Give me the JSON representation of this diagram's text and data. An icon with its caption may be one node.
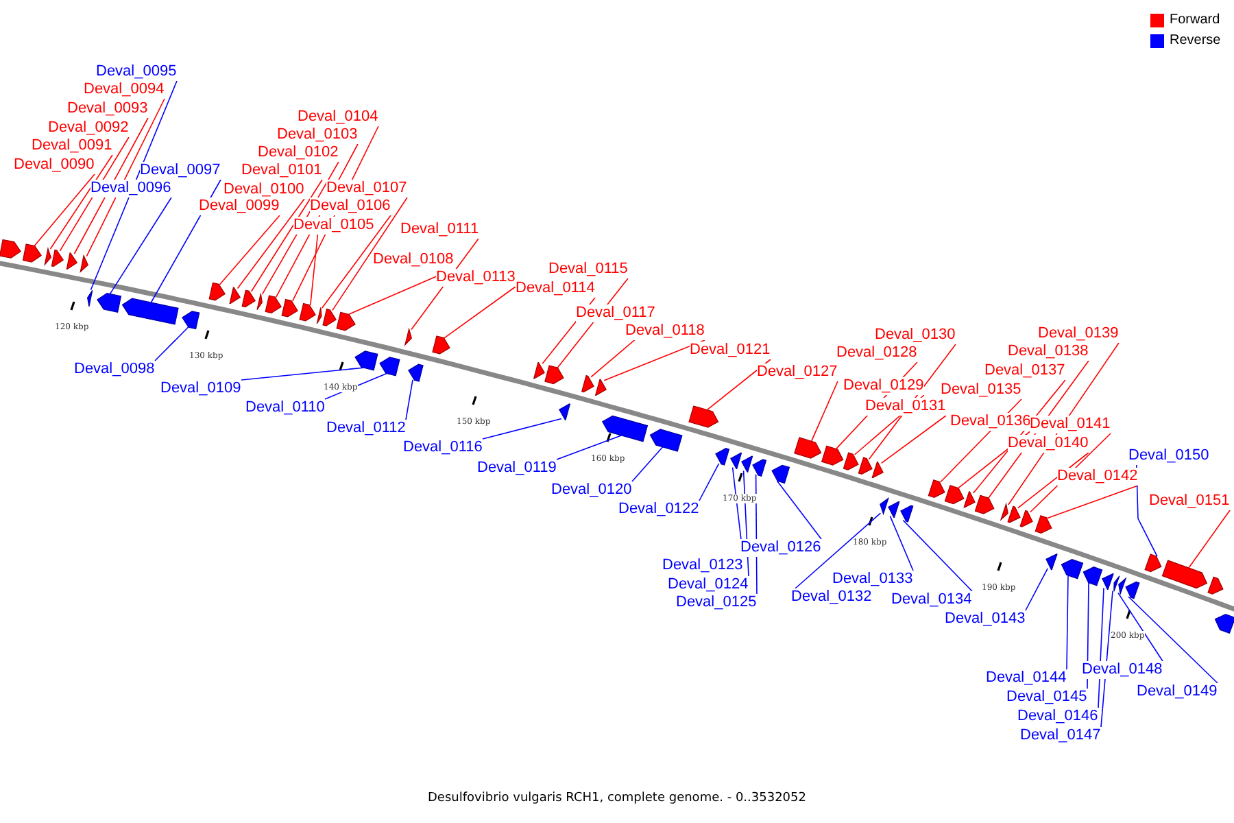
{
  "diagram": {
    "caption": "Desulfovibrio vulgaris RCH1, complete genome. - 0..3532052",
    "nodes": [
      {
        "text": [
          "Deval_0090"
        ]
      },
      {
        "text": [
          "Deval_0091"
        ]
      },
      {
        "text": [
          "Deval_0092"
        ]
      },
      {
        "text": [
          "Deval_0093"
        ]
      },
      {
        "text": [
          "Deval_0094"
        ]
      },
      {
        "text": [
          "Deval_0095"
        ]
      },
      {
        "text": [
          "Deval_0096"
        ]
      },
      {
        "text": [
          "Deval_0097"
        ]
      },
      {
        "text": [
          "Deval_0098"
        ]
      },
      {
        "text": [
          "Deval_0099"
        ]
      },
      {
        "text": [
          "Deval_0100"
        ]
      },
      {
        "text": [
          "Deval_0101"
        ]
      },
      {
        "text": [
          "Deval_0102"
        ]
      },
      {
        "text": [
          "Deval_0103"
        ]
      },
      {
        "text": [
          "Deval_0104"
        ]
      },
      {
        "text": [
          "Deval_0105"
        ]
      },
      {
        "text": [
          "Deval_0106"
        ]
      },
      {
        "text": [
          "Deval_0107"
        ]
      },
      {
        "text": [
          "Deval_0108"
        ]
      },
      {
        "text": [
          "Deval_0109"
        ]
      },
      {
        "text": [
          "Deval_0110"
        ]
      },
      {
        "text": [
          "Deval_0111"
        ]
      },
      {
        "text": [
          "Deval_0112"
        ]
      },
      {
        "text": [
          "Deval_0113"
        ]
      },
      {
        "text": [
          "Deval_0114"
        ]
      },
      {
        "text": [
          "Deval_0115"
        ]
      },
      {
        "text": [
          "Deval_0116"
        ]
      },
      {
        "text": [
          "Deval_0117"
        ]
      },
      {
        "text": [
          "Deval_0118"
        ]
      },
      {
        "text": [
          "Deval_0119"
        ]
      },
      {
        "text": [
          "Deval_0120"
        ]
      },
      {
        "text": [
          "Deval_0121"
        ]
      },
      {
        "text": [
          "Deval_0122"
        ]
      },
      {
        "text": [
          "Deval_0123"
        ]
      },
      {
        "text": [
          "Deval_0124"
        ]
      },
      {
        "text": [
          "Deval_0125"
        ]
      },
      {
        "text": [
          "Deval_0126"
        ]
      },
      {
        "text": [
          "Deval_0127"
        ]
      },
      {
        "text": [
          "Deval_0128"
        ]
      },
      {
        "text": [
          "Deval_0129"
        ]
      },
      {
        "text": [
          "Deval_0130"
        ]
      },
      {
        "text": [
          "Deval_0131"
        ]
      },
      {
        "text": [
          "Deval_0132"
        ]
      },
      {
        "text": [
          "Deval_0133"
        ]
      },
      {
        "text": [
          "Deval_0134"
        ]
      },
      {
        "text": [
          "Deval_0135"
        ]
      },
      {
        "text": [
          "Deval_0136"
        ]
      },
      {
        "text": [
          "Deval_0137"
        ]
      },
      {
        "text": [
          "Deval_0138"
        ]
      },
      {
        "text": [
          "Deval_0139"
        ]
      },
      {
        "text": [
          "Deval_0140"
        ]
      },
      {
        "text": [
          "Deval_0141"
        ]
      },
      {
        "text": [
          "Deval_0142"
        ]
      },
      {
        "text": [
          "Deval_0143"
        ]
      },
      {
        "text": [
          "Deval_0144"
        ]
      },
      {
        "text": [
          "Deval_0145"
        ]
      },
      {
        "text": [
          "Deval_0146"
        ]
      },
      {
        "text": [
          "Deval_0147"
        ]
      },
      {
        "text": [
          "Deval_0148"
        ]
      },
      {
        "text": [
          "Deval_0149"
        ]
      },
      {
        "text": [
          "Deval_0150"
        ]
      },
      {
        "text": [
          "Deval_0151"
        ]
      },
      {
        "text": [],
        "shape": "pentagon"
      },
      {
        "text": [],
        "shape": "pentagon"
      },
      {
        "text": [],
        "shape": "pentagon"
      },
      {
        "text": [],
        "shape": "pentagon"
      },
      {
        "text": [],
        "shape": "pentagon"
      },
      {
        "text": [],
        "shape": "pentagon"
      },
      {
        "text": [],
        "shape": "pentagon"
      },
      {
        "text": [],
        "shape": "pentagon"
      },
      {
        "text": [],
        "shape": "pentagon"
      },
      {
        "text": [],
        "shape": "pentagon"
      },
      {
        "text": [],
        "shape": "pentagon"
      },
      {
        "text": [],
        "shape": "pentagon"
      },
      {
        "text": [],
        "shape": "pentagon"
      },
      {
        "text": [],
        "shape": "pentagon"
      },
      {
        "text": [],
        "shape": "pentagon"
      },
      {
        "text": [],
        "shape": "pentagon"
      },
      {
        "text": [],
        "shape": "pentagon"
      },
      {
        "text": [],
        "shape": "pentagon"
      },
      {
        "text": [],
        "shape": "pentagon"
      },
      {
        "text": [],
        "shape": "pentagon"
      },
      {
        "text": [],
        "shape": "pentagon"
      },
      {
        "text": [],
        "shape": "pentagon"
      },
      {
        "text": [],
        "shape": "pentagon"
      },
      {
        "text": [],
        "shape": "pentagon"
      },
      {
        "text": [],
        "shape": "pentagon"
      },
      {
        "text": [],
        "shape": "pentagon"
      },
      {
        "text": [],
        "shape": "pentagon"
      },
      {
        "text": [],
        "shape": "pentagon"
      },
      {
        "text": [],
        "shape": "pentagon"
      },
      {
        "text": [],
        "shape": "pentagon"
      },
      {
        "text": [],
        "shape": "pentagon"
      },
      {
        "text": [],
        "shape": "pentagon"
      },
      {
        "text": [],
        "shape": "pentagon"
      },
      {
        "text": [],
        "shape": "pentagon"
      },
      {
        "text": [],
        "shape": "pentagon"
      },
      {
        "text": [],
        "shape": "pentagon"
      },
      {
        "text": [],
        "shape": "pentagon"
      },
      {
        "text": [],
        "shape": "pentagon"
      },
      {
        "text": [],
        "shape": "pentagon"
      },
      {
        "text": [],
        "shape": "pentagon"
      },
      {
        "text": [],
        "shape": "pentagon"
      },
      {
        "text": [],
        "shape": "pentagon"
      },
      {
        "text": [],
        "shape": "pentagon"
      },
      {
        "text": [],
        "shape": "pentagon"
      },
      {
        "text": [],
        "shape": "pentagon"
      },
      {
        "text": [],
        "shape": "pentagon"
      },
      {
        "text": [],
        "shape": "pentagon"
      },
      {
        "text": [],
        "shape": "pentagon"
      },
      {
        "text": [],
        "shape": "pentagon"
      },
      {
        "text": [],
        "shape": "pentagon"
      },
      {
        "text": [],
        "shape": "pentagon"
      },
      {
        "text": [],
        "shape": "pentagon"
      },
      {
        "text": [],
        "shape": "pentagon"
      },
      {
        "text": [],
        "shape": "pentagon"
      },
      {
        "text": [],
        "shape": "pentagon"
      },
      {
        "text": [],
        "shape": "pentagon"
      },
      {
        "text": [],
        "shape": "pentagon"
      },
      {
        "text": [],
        "shape": "pentagon"
      },
      {
        "text": [],
        "shape": "pentagon"
      },
      {
        "text": [],
        "shape": "pentagon"
      },
      {
        "text": [],
        "shape": "pentagon"
      },
      {
        "text": [],
        "shape": "pentagon"
      },
      {
        "text": [],
        "shape": "pentagon"
      },
      {
        "text": [],
        "shape": "pentagon"
      },
      {
        "text": [],
        "shape": "pentagon"
      }
    ],
    "edges": [
      {
        "from": 0,
        "to": 63,
        "arrow": "none",
        "color": "#ff0000"
      },
      {
        "from": 1,
        "to": 64,
        "arrow": "none",
        "color": "#ff0000"
      },
      {
        "from": 2,
        "to": 65,
        "arrow": "none",
        "color": "#ff0000"
      },
      {
        "from": 3,
        "to": 66,
        "arrow": "none",
        "color": "#ff0000"
      },
      {
        "from": 4,
        "to": 67,
        "arrow": "none",
        "color": "#ff0000"
      },
      {
        "from": 5,
        "to": 68,
        "arrow": "none",
        "color": "#0000ff"
      },
      {
        "from": 6,
        "to": 69,
        "arrow": "none",
        "color": "#0000ff"
      },
      {
        "from": 7,
        "to": 70,
        "arrow": "none",
        "color": "#0000ff"
      },
      {
        "from": 8,
        "to": 71,
        "arrow": "none",
        "color": "#0000ff"
      },
      {
        "from": 9,
        "to": 72,
        "arrow": "none",
        "color": "#ff0000"
      },
      {
        "from": 10,
        "to": 73,
        "arrow": "none",
        "color": "#ff0000"
      },
      {
        "from": 11,
        "to": 74,
        "arrow": "none",
        "color": "#ff0000"
      },
      {
        "from": 12,
        "to": 75,
        "arrow": "none",
        "color": "#ff0000"
      },
      {
        "from": 13,
        "to": 76,
        "arrow": "none",
        "color": "#ff0000"
      },
      {
        "from": 14,
        "to": 77,
        "arrow": "none",
        "color": "#ff0000"
      },
      {
        "from": 15,
        "to": 78,
        "arrow": "none",
        "color": "#ff0000"
      },
      {
        "from": 16,
        "to": 79,
        "arrow": "none",
        "color": "#ff0000"
      },
      {
        "from": 17,
        "to": 80,
        "arrow": "none",
        "color": "#ff0000"
      },
      {
        "from": 18,
        "to": 81,
        "arrow": "none",
        "color": "#ff0000"
      },
      {
        "from": 19,
        "to": 82,
        "arrow": "none",
        "color": "#0000ff"
      },
      {
        "from": 20,
        "to": 83,
        "arrow": "none",
        "color": "#0000ff"
      },
      {
        "from": 21,
        "to": 84,
        "arrow": "none",
        "color": "#ff0000"
      },
      {
        "from": 22,
        "to": 85,
        "arrow": "none",
        "color": "#0000ff"
      },
      {
        "from": 23,
        "to": 86,
        "arrow": "none",
        "color": "#ff0000"
      },
      {
        "from": 24,
        "to": 87,
        "arrow": "none",
        "color": "#ff0000"
      },
      {
        "from": 25,
        "to": 88,
        "arrow": "none",
        "color": "#ff0000"
      },
      {
        "from": 26,
        "to": 89,
        "arrow": "none",
        "color": "#0000ff"
      },
      {
        "from": 27,
        "to": 90,
        "arrow": "none",
        "color": "#ff0000"
      },
      {
        "from": 28,
        "to": 91,
        "arrow": "none",
        "color": "#ff0000"
      },
      {
        "from": 29,
        "to": 92,
        "arrow": "none",
        "color": "#0000ff"
      },
      {
        "from": 30,
        "to": 93,
        "arrow": "none",
        "color": "#0000ff"
      },
      {
        "from": 31,
        "to": 94,
        "arrow": "none",
        "color": "#ff0000"
      },
      {
        "from": 32,
        "to": 95,
        "arrow": "none",
        "color": "#0000ff"
      },
      {
        "from": 33,
        "to": 96,
        "arrow": "none",
        "color": "#0000ff"
      },
      {
        "from": 34,
        "to": 97,
        "arrow": "none",
        "color": "#0000ff"
      },
      {
        "from": 35,
        "to": 98,
        "arrow": "none",
        "color": "#0000ff"
      },
      {
        "from": 36,
        "to": 99,
        "arrow": "none",
        "color": "#0000ff"
      },
      {
        "from": 37,
        "to": 100,
        "arrow": "none",
        "color": "#ff0000"
      },
      {
        "from": 38,
        "to": 101,
        "arrow": "none",
        "color": "#ff0000"
      },
      {
        "from": 39,
        "to": 102,
        "arrow": "none",
        "color": "#ff0000"
      },
      {
        "from": 40,
        "to": 103,
        "arrow": "none",
        "color": "#ff0000"
      },
      {
        "from": 41,
        "to": 104,
        "arrow": "none",
        "color": "#ff0000"
      },
      {
        "from": 42,
        "to": 105,
        "arrow": "none",
        "color": "#0000ff"
      },
      {
        "from": 43,
        "to": 106,
        "arrow": "none",
        "color": "#0000ff"
      },
      {
        "from": 44,
        "to": 107,
        "arrow": "none",
        "color": "#0000ff"
      },
      {
        "from": 45,
        "to": 108,
        "arrow": "none",
        "color": "#ff0000"
      },
      {
        "from": 46,
        "to": 109,
        "arrow": "none",
        "color": "#ff0000"
      },
      {
        "from": 47,
        "to": 110,
        "arrow": "none",
        "color": "#ff0000"
      },
      {
        "from": 48,
        "to": 111,
        "arrow": "none",
        "color": "#ff0000"
      },
      {
        "from": 49,
        "to": 112,
        "arrow": "none",
        "color": "#ff0000"
      },
      {
        "from": 50,
        "to": 113,
        "arrow": "none",
        "color": "#ff0000"
      },
      {
        "from": 51,
        "to": 114,
        "arrow": "none",
        "color": "#ff0000"
      },
      {
        "from": 52,
        "to": 115,
        "arrow": "none",
        "color": "#ff0000"
      },
      {
        "from": 53,
        "to": 116,
        "arrow": "none",
        "color": "#0000ff"
      },
      {
        "from": 54,
        "to": 117,
        "arrow": "none",
        "color": "#0000ff"
      },
      {
        "from": 55,
        "to": 118,
        "arrow": "none",
        "color": "#0000ff"
      },
      {
        "from": 56,
        "to": 119,
        "arrow": "none",
        "color": "#0000ff"
      },
      {
        "from": 57,
        "to": 120,
        "arrow": "none",
        "color": "#0000ff"
      },
      {
        "from": 58,
        "to": 121,
        "arrow": "none",
        "color": "#0000ff"
      },
      {
        "from": 59,
        "to": 122,
        "arrow": "none",
        "color": "#0000ff"
      },
      {
        "from": 60,
        "to": 123,
        "arrow": "none",
        "color": "#0000ff"
      },
      {
        "from": 61,
        "to": 124,
        "arrow": "none",
        "color": "#ff0000"
      }
    ],
    "labels": [
      "120 kbp",
      "130 kbp",
      "140 kbp",
      "150 kbp",
      "160 kbp",
      "170 kbp",
      "180 kbp",
      "190 kbp",
      "200 kbp"
    ],
    "legend": [
      {
        "text": "Forward",
        "color": "#ff0000"
      },
      {
        "text": "Reverse",
        "color": "#0000ff"
      }
    ]
  }
}
